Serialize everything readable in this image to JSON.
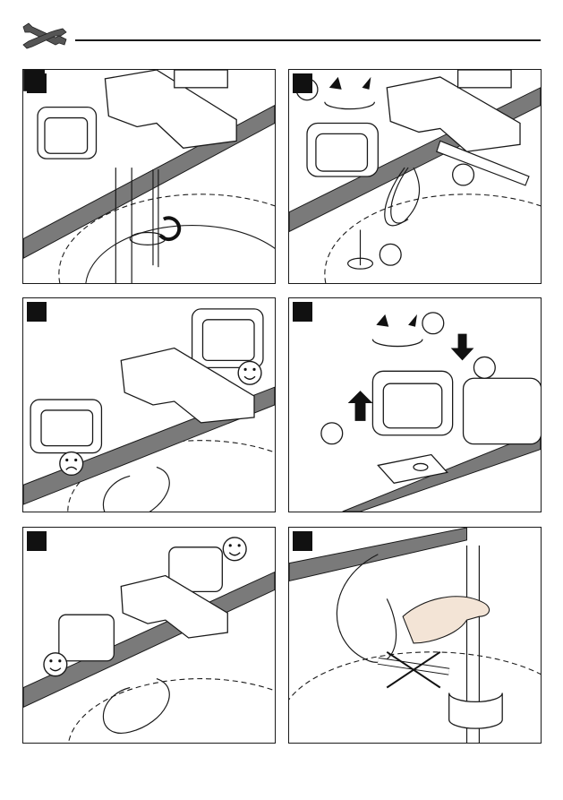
{
  "page": {
    "section_icon": "wrench-icon"
  },
  "panels": [
    {
      "id": "step-1",
      "icons": [
        "screwdriver-icon",
        "rotate-arrow-icon"
      ]
    },
    {
      "id": "step-2",
      "icons": [
        "rotate-arrows-icon",
        "wrench-icon",
        "screwdriver-icon"
      ]
    },
    {
      "id": "step-3",
      "icons": [
        "smiley-happy-icon",
        "smiley-sad-icon"
      ]
    },
    {
      "id": "step-4",
      "icons": [
        "rotate-arrows-icon",
        "arrow-down-icon",
        "arrow-up-icon"
      ]
    },
    {
      "id": "step-5",
      "icons": [
        "smiley-happy-icon",
        "smiley-happy-icon"
      ]
    },
    {
      "id": "step-6",
      "icons": [
        "hand-icon",
        "crossed-wrenches-icon",
        "rotate-arrow-icon"
      ]
    }
  ],
  "colors": {
    "counter": "#7a7a7a",
    "line": "#1a1a1a",
    "fill": "#ffffff",
    "marker": "#111111"
  }
}
